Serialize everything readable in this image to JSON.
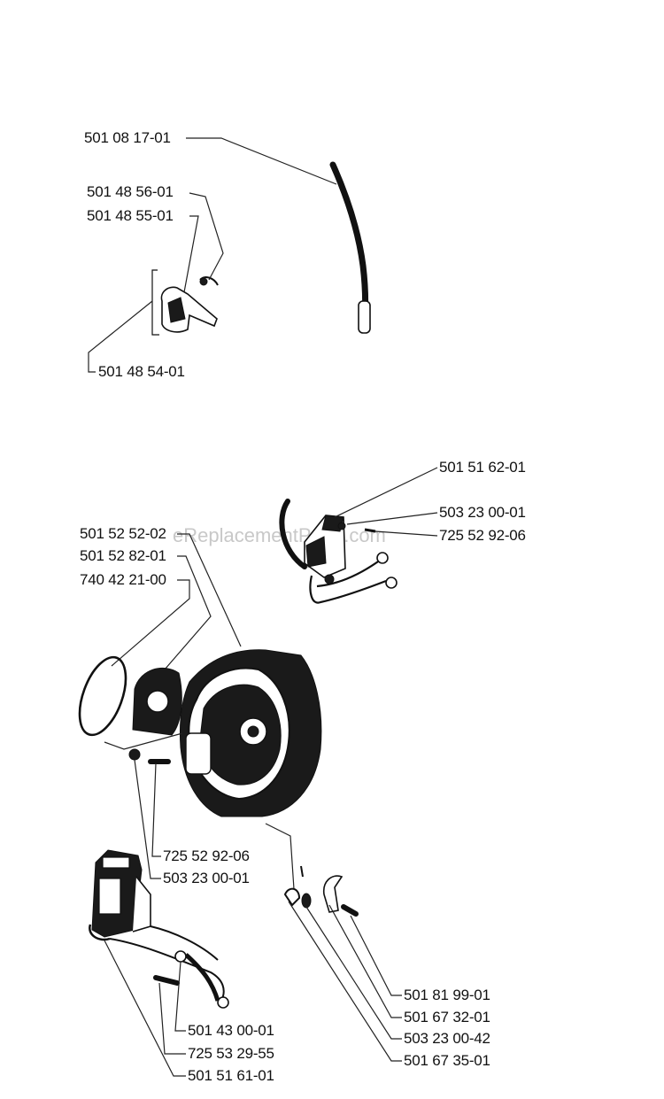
{
  "watermark": "eReplacementParts.com",
  "labels": {
    "l_501_08_17_01": "501 08 17-01",
    "l_501_48_56_01": "501 48 56-01",
    "l_501_48_55_01": "501 48 55-01",
    "l_501_48_54_01": "501 48 54-01",
    "l_501_51_62_01": "501 51 62-01",
    "l_503_23_00_01_top": "503 23 00-01",
    "l_725_52_92_06_top": "725 52 92-06",
    "l_501_52_52_02": "501 52 52-02",
    "l_501_52_82_01": "501 52 82-01",
    "l_740_42_21_00": "740 42 21-00",
    "l_725_52_92_06_mid": "725 52 92-06",
    "l_503_23_00_01_mid": "503 23 00-01",
    "l_501_81_99_01": "501 81 99-01",
    "l_501_67_32_01": "501 67 32-01",
    "l_503_23_00_42": "503 23 00-42",
    "l_501_67_35_01": "501 67 35-01",
    "l_501_43_00_01": "501 43 00-01",
    "l_725_53_29_55": "725 53 29-55",
    "l_501_51_61_01": "501 51 61-01"
  }
}
